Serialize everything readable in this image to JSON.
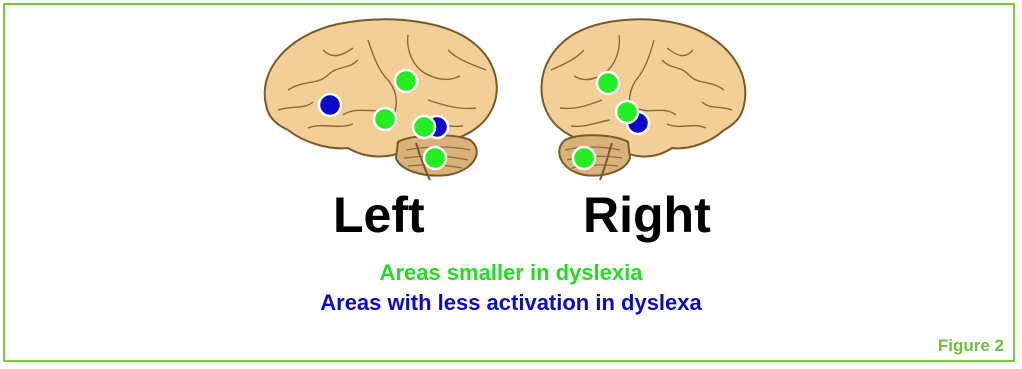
{
  "labels": {
    "left": "Left",
    "right": "Right"
  },
  "legend": {
    "green": "Areas smaller in dyslexia",
    "blue": "Areas with less activation in dyslexa"
  },
  "figure_label": "Figure 2",
  "colors": {
    "frame": "#7ac943",
    "smaller_marker": "#22ee22",
    "activation_marker": "#0a0ac8",
    "brain_fill": "#f1cf96",
    "cerebellum_fill": "#d9b27a"
  }
}
